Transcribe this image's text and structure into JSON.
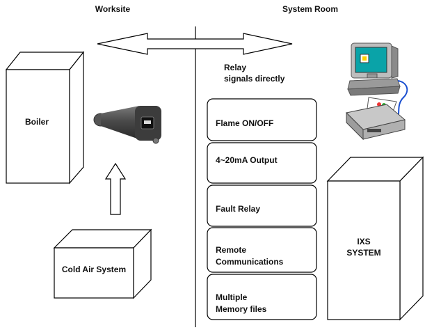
{
  "headers": {
    "left": "Worksite",
    "right": "System Room"
  },
  "relay_note": {
    "line1": "Relay",
    "line2": "signals directly"
  },
  "boiler": {
    "label": "Boiler"
  },
  "cold_air": {
    "label": "Cold Air System"
  },
  "ixs": {
    "line1": "IXS",
    "line2": "SYSTEM"
  },
  "features": [
    {
      "line1": "Flame ON/OFF",
      "line2": ""
    },
    {
      "line1": "4~20mA Output",
      "line2": ""
    },
    {
      "line1": "Fault Relay",
      "line2": ""
    },
    {
      "line1": "Remote",
      "line2": "Communications"
    },
    {
      "line1": "Multiple",
      "line2": "Memory files"
    }
  ],
  "icons": {
    "sensor": "flame-sensor-icon",
    "computer": "computer-icon",
    "printer": "printer-icon"
  }
}
